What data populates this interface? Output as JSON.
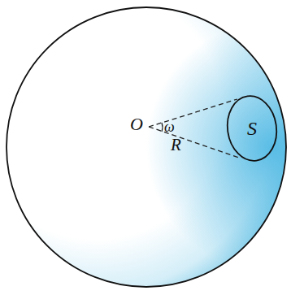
{
  "diagram": {
    "nodes": [
      {
        "text": [
          "S"
        ]
      }
    ],
    "labels": [
      "O",
      "ω",
      "R"
    ]
  }
}
